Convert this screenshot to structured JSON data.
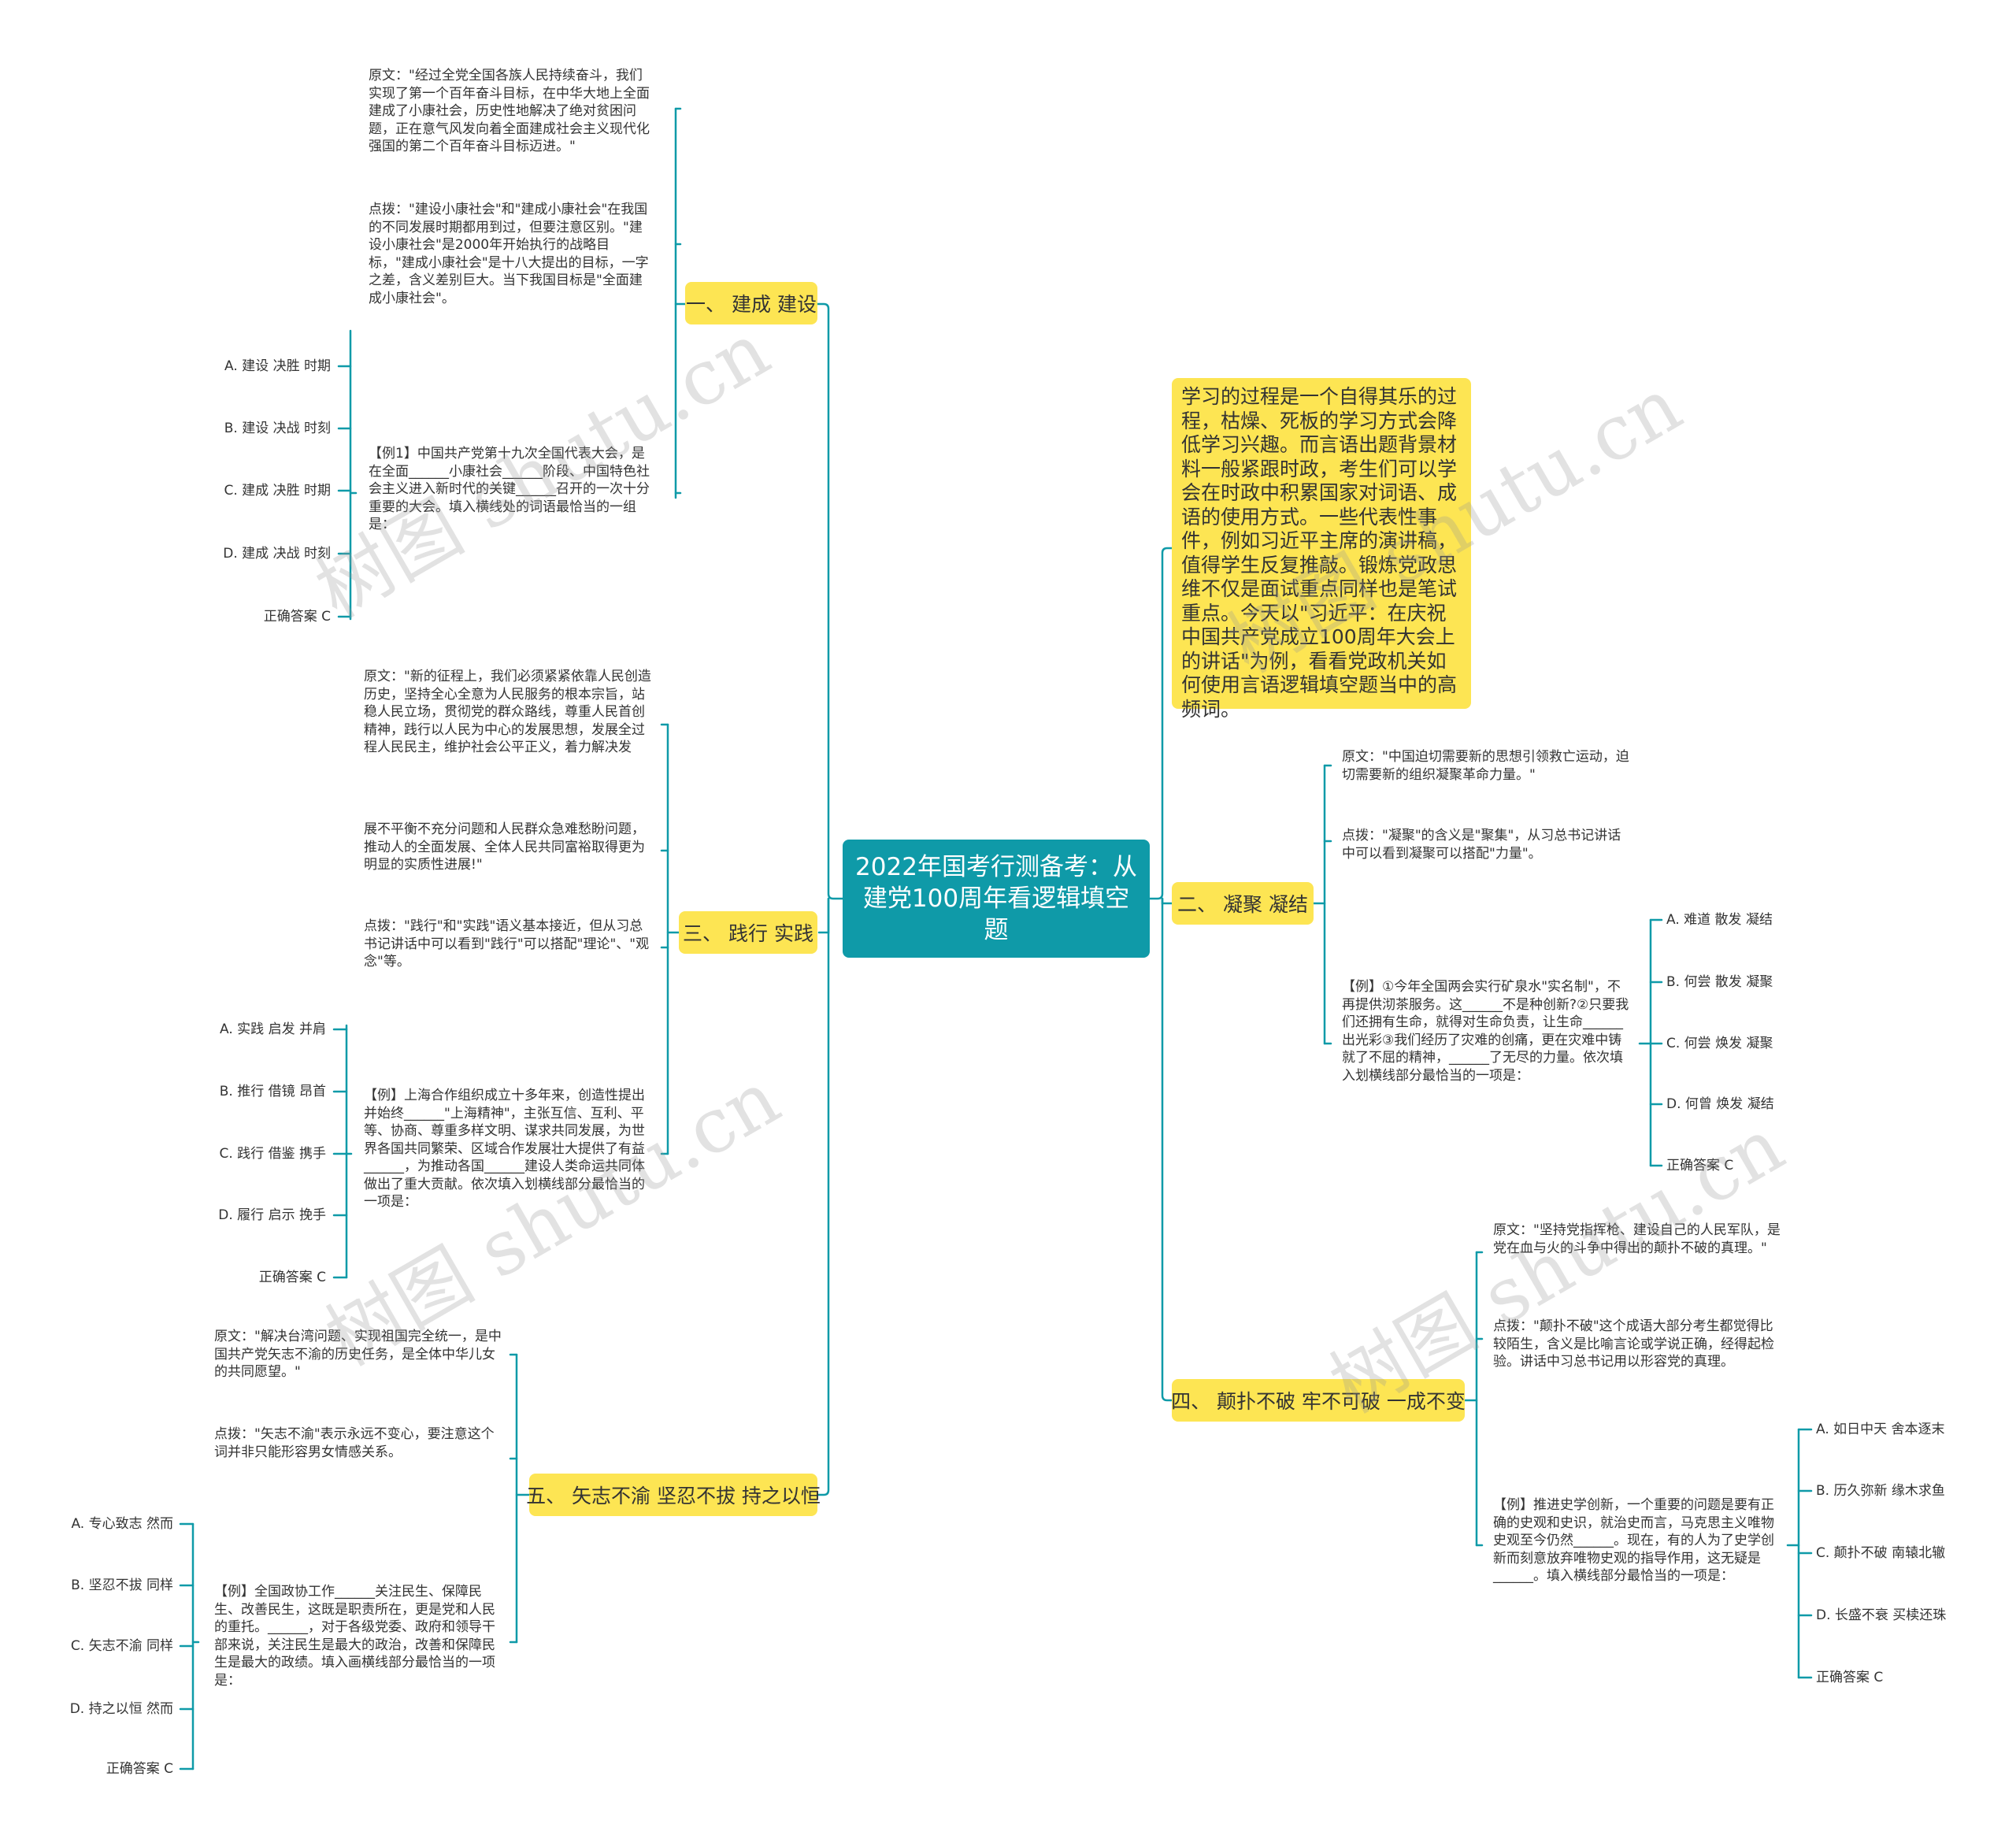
{
  "root": "2022年国考行测备考：从建党100周年看逻辑填空题",
  "intro": "学习的过程是一个自得其乐的过程，枯燥、死板的学习方式会降低学习兴趣。而言语出题背景材料一般紧跟时政，考生们可以学会在时政中积累国家对词语、成语的使用方式。一些代表性事件，例如习近平主席的演讲稿，值得学生反复推敲。锻炼党政思维不仅是面试重点同样也是笔试重点。今天以\"习近平：在庆祝中国共产党成立100周年大会上的讲话\"为例，看看党政机关如何使用言语逻辑填空题当中的高频词。",
  "watermark": "树图 shutu.cn",
  "colors": {
    "root": "#0f9aa8",
    "topic": "#fde553",
    "line": "#0f9aa8"
  },
  "branches": {
    "b1": {
      "title": "一、 建成 建设",
      "orig": "原文：\"经过全党全国各族人民持续奋斗，我们实现了第一个百年奋斗目标，在中华大地上全面建成了小康社会，历史性地解决了绝对贫困问题，正在意气风发向着全面建成社会主义现代化强国的第二个百年奋斗目标迈进。\"",
      "tip": "点拨：\"建设小康社会\"和\"建成小康社会\"在我国的不同发展时期都用到过，但要注意区别。\"建设小康社会\"是2000年开始执行的战略目标，\"建成小康社会\"是十八大提出的目标，一字之差，含义差别巨大。当下我国目标是\"全面建成小康社会\"。",
      "example": "【例1】中国共产党第十九次全国代表大会，是在全面______小康社会______阶段、中国特色社会主义进入新时代的关键______召开的一次十分重要的大会。填入横线处的词语最恰当的一组是：",
      "options": [
        "A. 建设 决胜 时期",
        "B. 建设 决战 时刻",
        "C. 建成 决胜 时期",
        "D. 建成 决战 时刻",
        "正确答案 C"
      ]
    },
    "b3": {
      "title": "三、 践行 实践",
      "orig": "原文：\"新的征程上，我们必须紧紧依靠人民创造历史，坚持全心全意为人民服务的根本宗旨，站稳人民立场，贯彻党的群众路线，尊重人民首创精神，践行以人民为中心的发展思想，发展全过程人民民主，维护社会公平正义，着力解决发",
      "orig2": "展不平衡不充分问题和人民群众急难愁盼问题，推动人的全面发展、全体人民共同富裕取得更为明显的实质性进展!\"",
      "tip": "点拨：\"践行\"和\"实践\"语义基本接近，但从习总书记讲话中可以看到\"践行\"可以搭配\"理论\"、\"观念\"等。",
      "example": "【例】上海合作组织成立十多年来，创造性提出并始终______\"上海精神\"，主张互信、互利、平等、协商、尊重多样文明、谋求共同发展，为世界各国共同繁荣、区域合作发展壮大提供了有益______，为推动各国______建设人类命运共同体做出了重大贡献。依次填入划横线部分最恰当的一项是：",
      "options": [
        "A. 实践 启发 并肩",
        "B. 推行 借镜 昂首",
        "C. 践行 借鉴 携手",
        "D. 履行 启示 挽手",
        "正确答案 C"
      ]
    },
    "b5": {
      "title": "五、 矢志不渝 坚忍不拔 持之以恒",
      "orig": "原文：\"解决台湾问题、实现祖国完全统一，是中国共产党矢志不渝的历史任务，是全体中华儿女的共同愿望。\"",
      "tip": "点拨：\"矢志不渝\"表示永远不变心，要注意这个词并非只能形容男女情感关系。",
      "example": "【例】全国政协工作______关注民生、保障民生、改善民生，这既是职责所在，更是党和人民的重托。______，对于各级党委、政府和领导干部来说，关注民生是最大的政治，改善和保障民生是最大的政绩。填入画横线部分最恰当的一项是：",
      "options": [
        "A. 专心致志 然而",
        "B. 坚忍不拔 同样",
        "C. 矢志不渝 同样",
        "D. 持之以恒 然而",
        "正确答案 C"
      ]
    },
    "b2": {
      "title": "二、 凝聚 凝结",
      "orig": "原文：\"中国迫切需要新的思想引领救亡运动，迫切需要新的组织凝聚革命力量。\"",
      "tip": "点拨：\"凝聚\"的含义是\"聚集\"，从习总书记讲话中可以看到凝聚可以搭配\"力量\"。",
      "example": "【例】①今年全国两会实行矿泉水\"实名制\"，不再提供沏茶服务。这______不是种创新?②只要我们还拥有生命，就得对生命负责，让生命______出光彩③我们经历了灾难的创痛，更在灾难中铸就了不屈的精神，______了无尽的力量。依次填入划横线部分最恰当的一项是：",
      "options": [
        "A. 难道 散发 凝结",
        "B. 何尝 散发 凝聚",
        "C. 何尝 焕发 凝聚",
        "D. 何曾 焕发 凝结",
        "正确答案 C"
      ]
    },
    "b4": {
      "title": "四、 颠扑不破 牢不可破 一成不变",
      "orig": "原文：\"坚持党指挥枪、建设自己的人民军队，是党在血与火的斗争中得出的颠扑不破的真理。\"",
      "tip": "点拨：\"颠扑不破\"这个成语大部分考生都觉得比较陌生，含义是比喻言论或学说正确，经得起检验。讲话中习总书记用以形容党的真理。",
      "example": "【例】推进史学创新，一个重要的问题是要有正确的史观和史识，就治史而言，马克思主义唯物史观至今仍然______。现在，有的人为了史学创新而刻意放弃唯物史观的指导作用，这无疑是______。填入横线部分最恰当的一项是：",
      "options": [
        "A. 如日中天 舍本逐末",
        "B. 历久弥新 缘木求鱼",
        "C. 颠扑不破 南辕北辙",
        "D. 长盛不衰 买椟还珠",
        "正确答案 C"
      ]
    }
  }
}
